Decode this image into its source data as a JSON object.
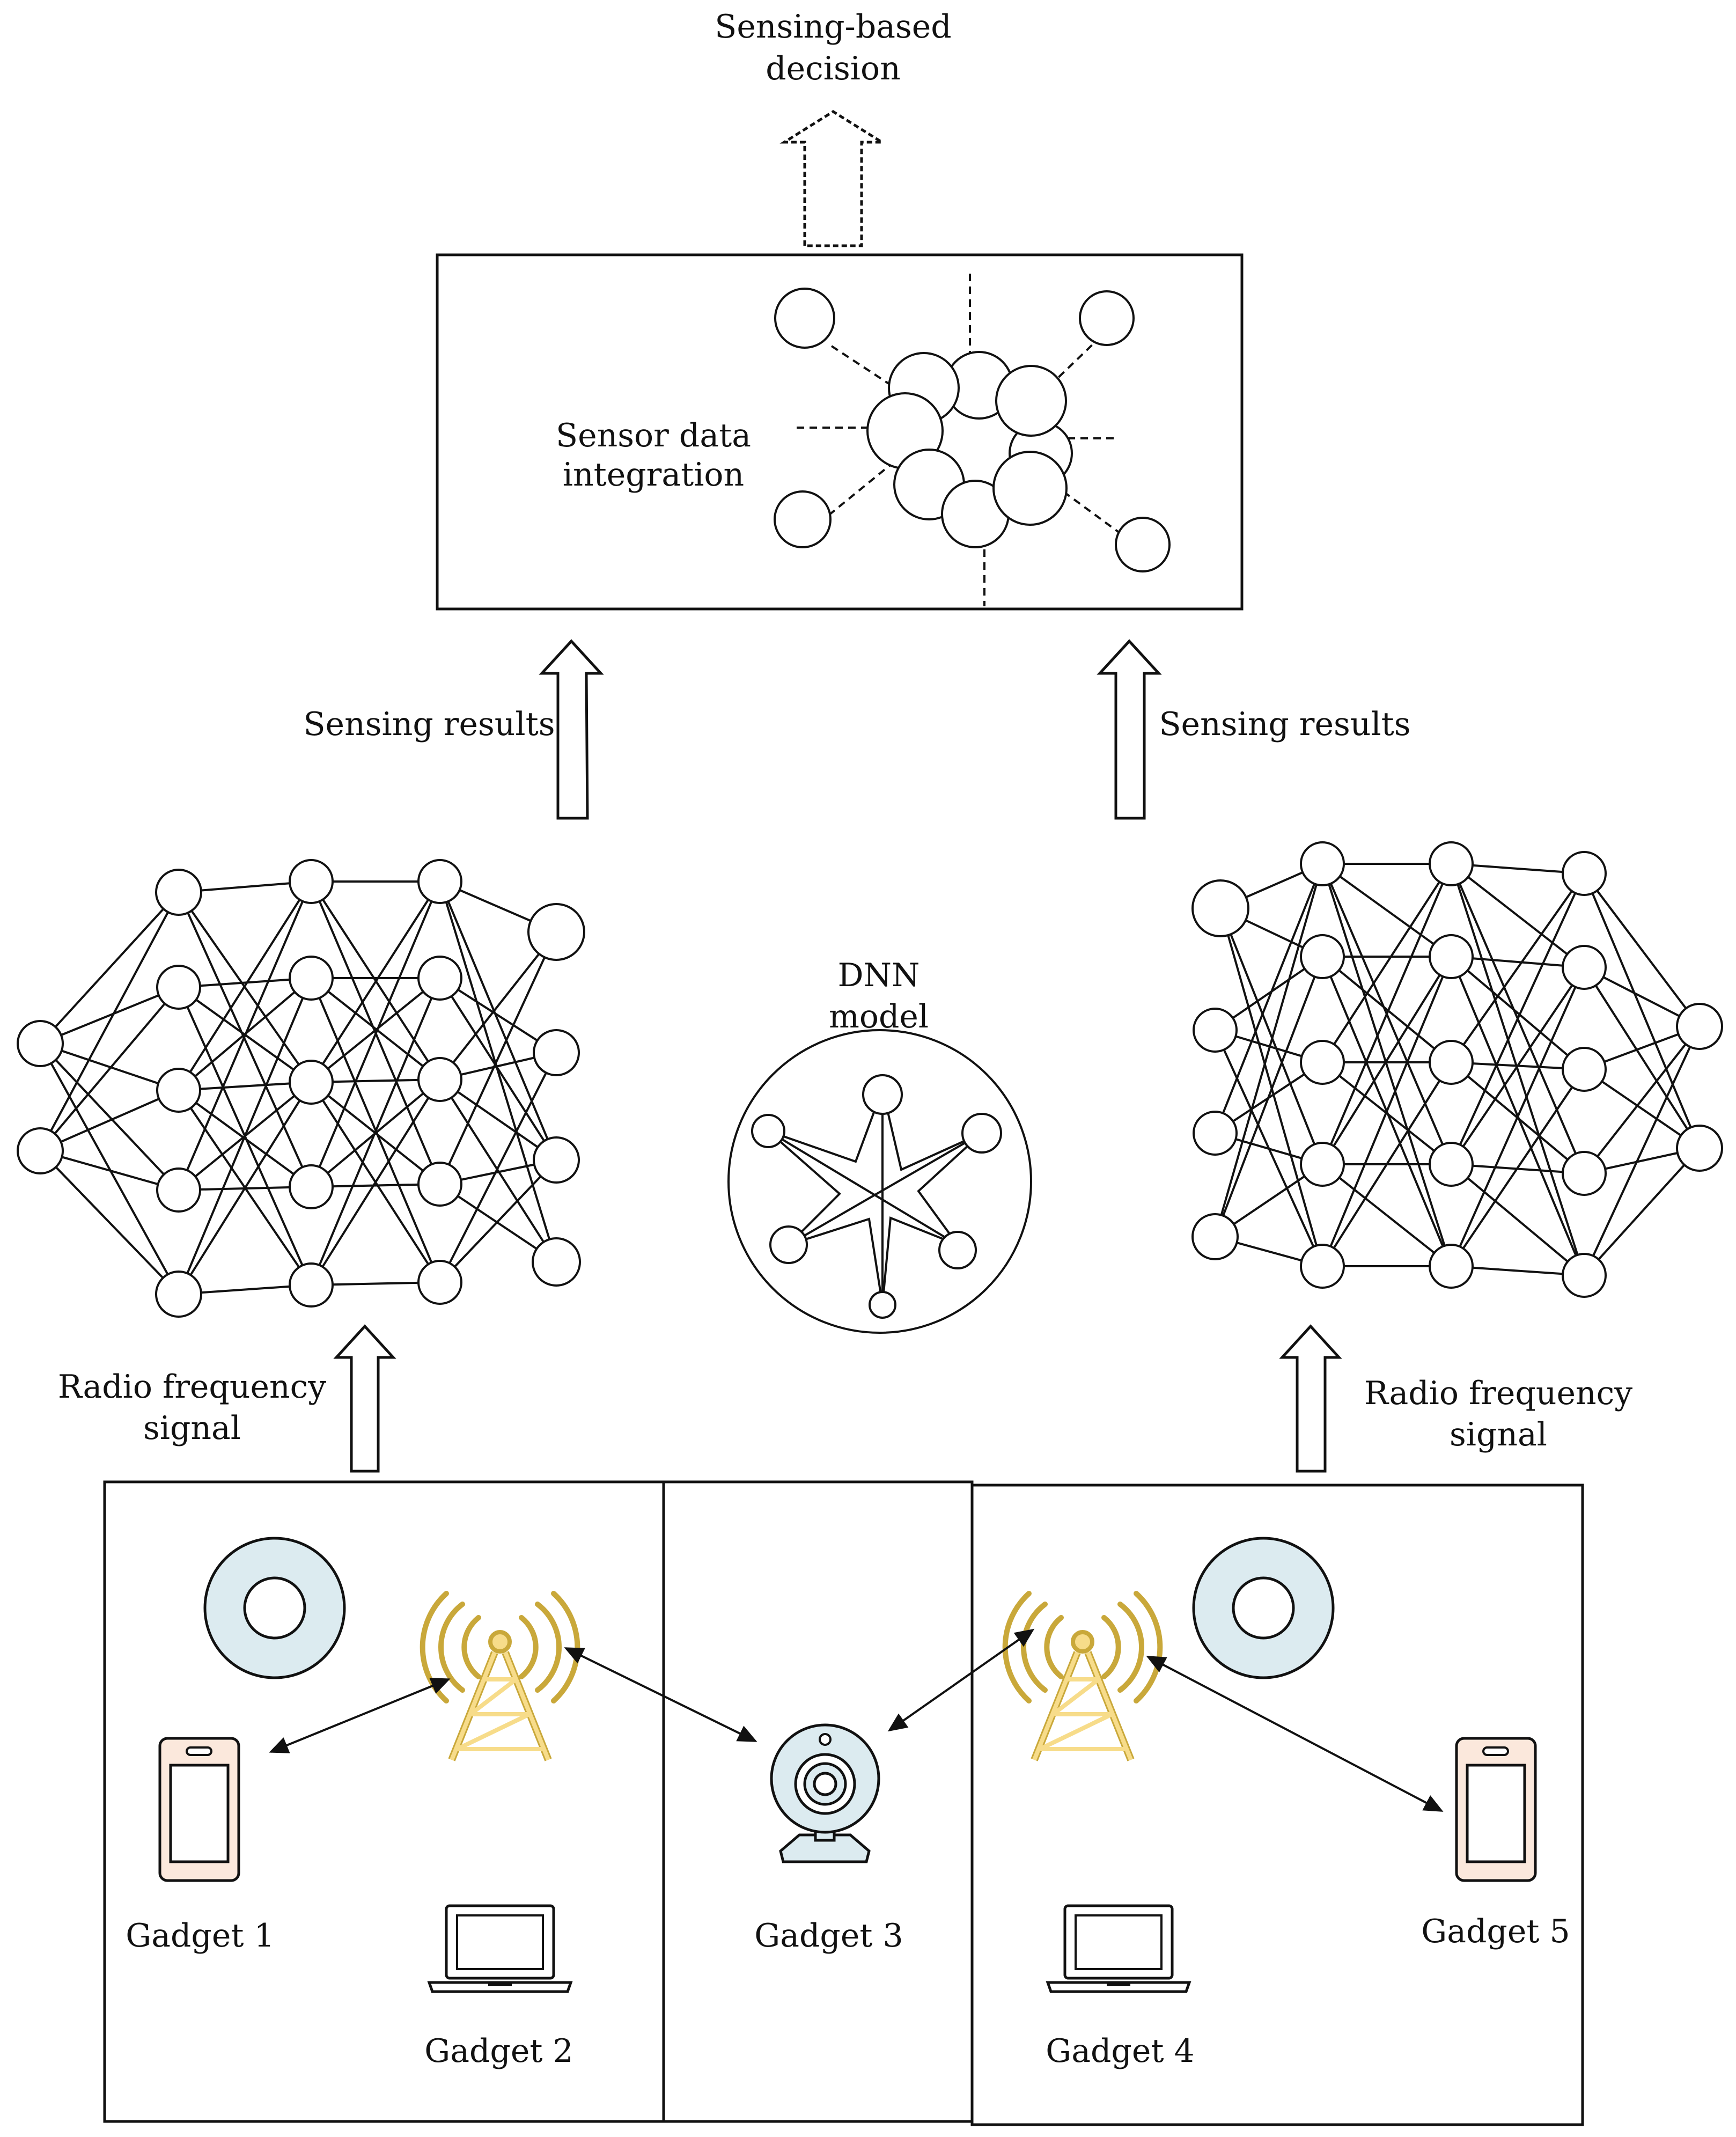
{
  "title": "",
  "labels": {
    "decision": [
      "Sensing-based",
      "decision"
    ],
    "integration": [
      "Sensor data",
      "integration"
    ],
    "sensing_left": "Sensing results",
    "sensing_right": "Sensing results",
    "dnn": [
      "DNN",
      "model"
    ],
    "rf_left": [
      "Radio frequency",
      "signal"
    ],
    "rf_right": [
      "Radio frequency",
      "signal"
    ]
  },
  "gadgets": [
    {
      "id": "gadget-1",
      "label": "Gadget 1",
      "device": "smartphone-icon"
    },
    {
      "id": "gadget-2",
      "label": "Gadget 2",
      "device": "laptop-icon"
    },
    {
      "id": "gadget-3",
      "label": "Gadget 3",
      "device": "webcam-icon"
    },
    {
      "id": "gadget-4",
      "label": "Gadget 4",
      "device": "laptop-icon"
    },
    {
      "id": "gadget-5",
      "label": "Gadget 5",
      "device": "smartphone-icon"
    }
  ],
  "icons": [
    "router-icon",
    "cell-tower-icon",
    "smartphone-icon",
    "laptop-icon",
    "webcam-icon"
  ],
  "colors": {
    "router_fill": "#dcebf0",
    "tower_fill": "#f7dc8a",
    "tower_stroke": "#c9a83a",
    "phone_fill": "#fbe8dc",
    "camera_fill": "#dcebf0",
    "line": "#111111"
  }
}
